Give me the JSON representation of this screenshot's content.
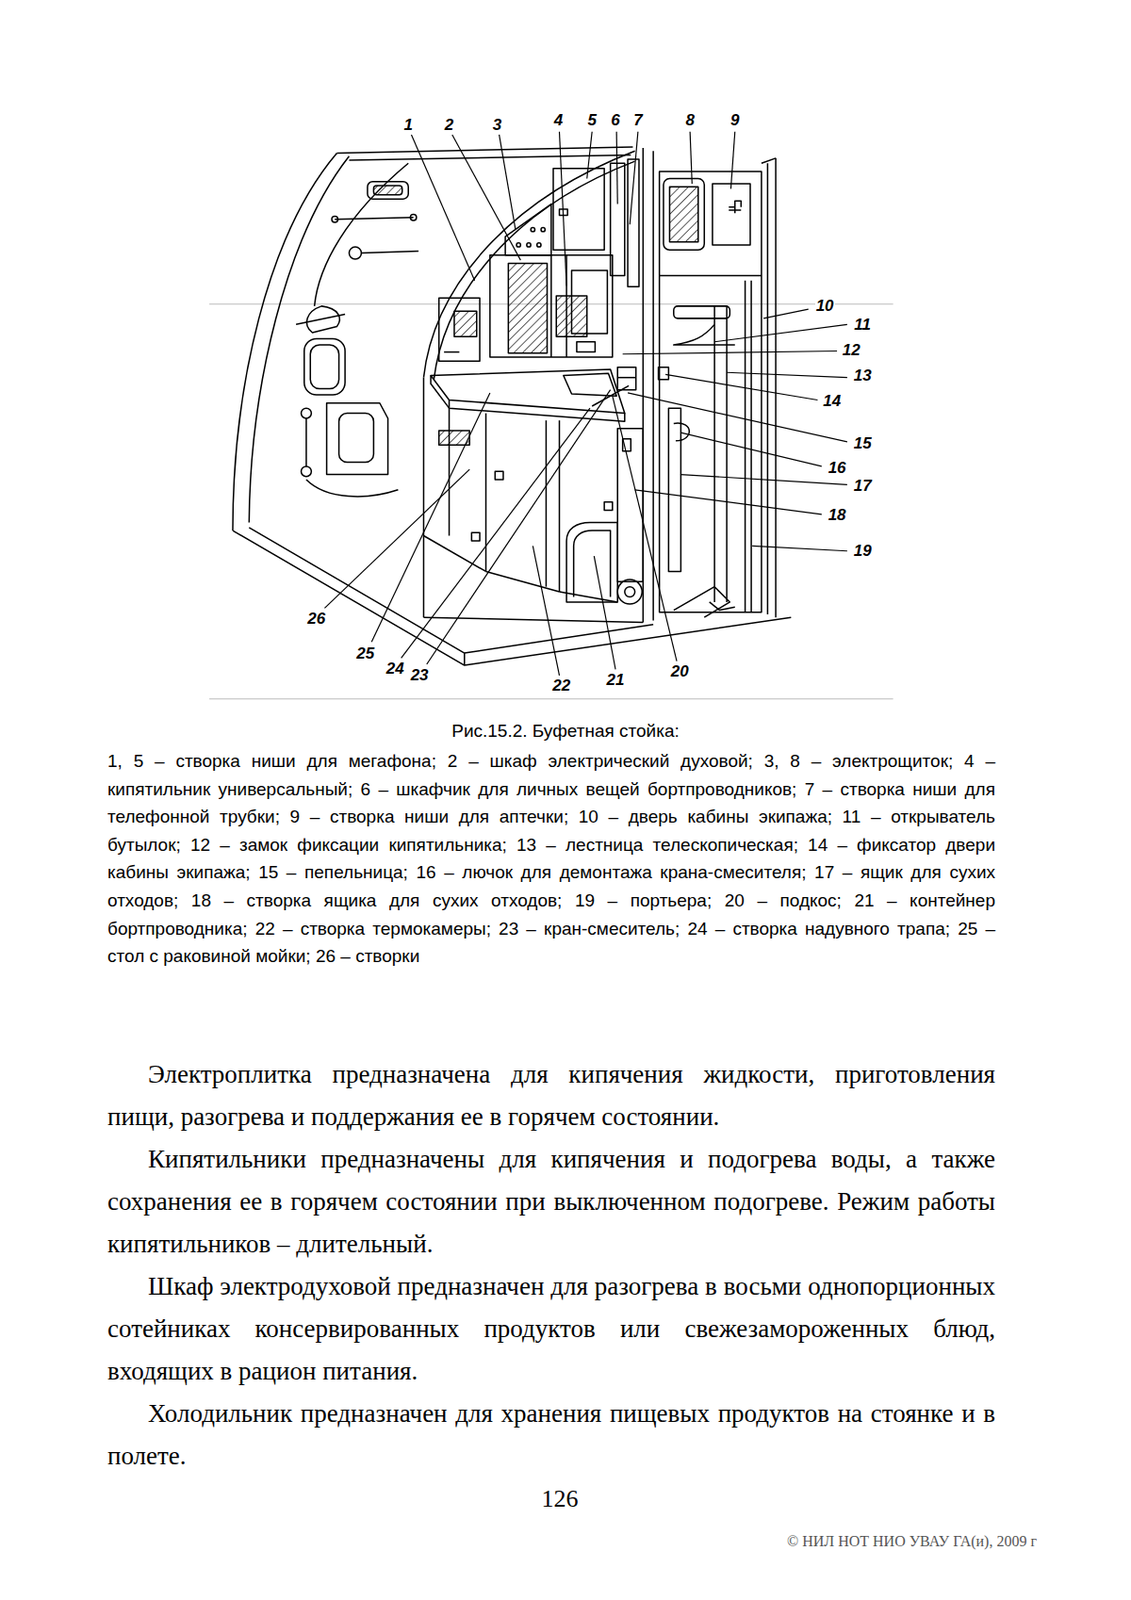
{
  "diagram": {
    "caption": "Рис.15.2. Буфетная стойка:",
    "labels": [
      "1",
      "2",
      "3",
      "4",
      "5",
      "6",
      "7",
      "8",
      "9",
      "10",
      "11",
      "12",
      "13",
      "14",
      "15",
      "16",
      "17",
      "18",
      "19",
      "20",
      "21",
      "22",
      "23",
      "24",
      "25",
      "26",
      "1, 5 – створка ниши для мегафона; 2 – шкаф электрический духовой; 3, 8 – электрощиток; 4 – кипятильник универсальный; 6 – шкафчик для личных вещей бортпроводников; 7 – створка ниши для телефонной трубки; 9 – створка ниши для аптечки; 10 – дверь кабины экипажа; 11 – открыватель бутылок; 12 – замок фиксации кипятильника; 13 – лестница телескопическая; 14 – фиксатор двери кабины экипажа; 15 – пепельница; 16 – лючок для демонтажа крана-смесителя; 17 – ящик для сухих отходов; 18 – створка ящика для сухих отходов; 19 – портьера; 20 – подкос; 21 – контейнер бортпроводника; 22 – створка термокамеры; 23 – кран-смеситель; 24 – створка надувного трапа; 25 – стол с раковиной мойки; 26 – створки",
      "Электроплитка предназначена для кипячения жидкости, приготовления пищи, разогрева и поддержания ее в горячем состоянии.",
      "Кипятильники предназначены для кипячения и подогрева воды, а также сохранения ее в горячем состоянии при выключенном подогреве. Режим работы кипятильников – длительный.",
      "Шкаф электродуховой предназначен для разогрева в восьми однопорционных сотейниках консервированных продуктов или свежезамороженных блюд, входящих в рацион питания.",
      "Холодильник предназначен для хранения пищевых продуктов на стоянке и в полете.",
      "126",
      "© НИЛ НОТ НИО УВАУ ГА(и), 2009 г"
    ]
  }
}
